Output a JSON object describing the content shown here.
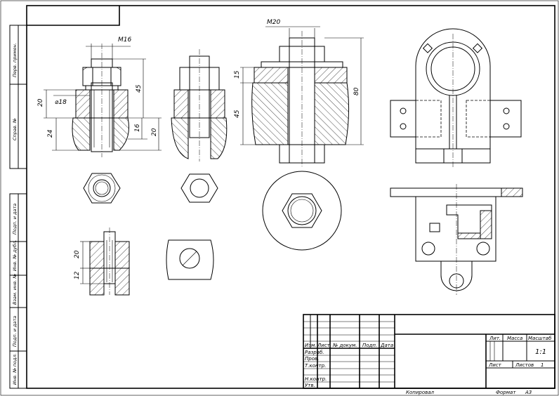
{
  "sheet": {
    "side_stamps": [
      "Перв. примен.",
      "Справ. №",
      "Подп. и дата",
      "Инв. № дубл.",
      "Взам. инв. №",
      "Подп. и дата",
      "Инв. № подл."
    ]
  },
  "dimensions": {
    "bolt_thread": "M16",
    "bolt_hole_dia": "⌀18",
    "bolt_len_45": "45",
    "bolt_20_top": "20",
    "bolt_24": "24",
    "bolt_16": "16",
    "bolt_20_right": "20",
    "stud_thread": "M20",
    "stud_15": "15",
    "stud_45": "45",
    "stud_80": "80",
    "screw_20": "20",
    "screw_12": "12"
  },
  "title_block": {
    "col_izm": "Изм.",
    "col_list": "Лист",
    "col_doc": "№ докум.",
    "col_sign": "Подп.",
    "col_date": "Дата",
    "row_razrab": "Разраб.",
    "row_prov": "Пров.",
    "row_tkontr": "Т.контр.",
    "row_nkontr": "Н.контр.",
    "row_utv": "Утв.",
    "lit": "Лит.",
    "massa": "Масса",
    "masshtab": "Масштаб",
    "scale_value": "1:1",
    "sheet_label": "Лист",
    "sheets_label": "Листов",
    "sheets_value": "1",
    "kopiroval": "Копировал",
    "format": "Формат",
    "format_value": "А3"
  }
}
